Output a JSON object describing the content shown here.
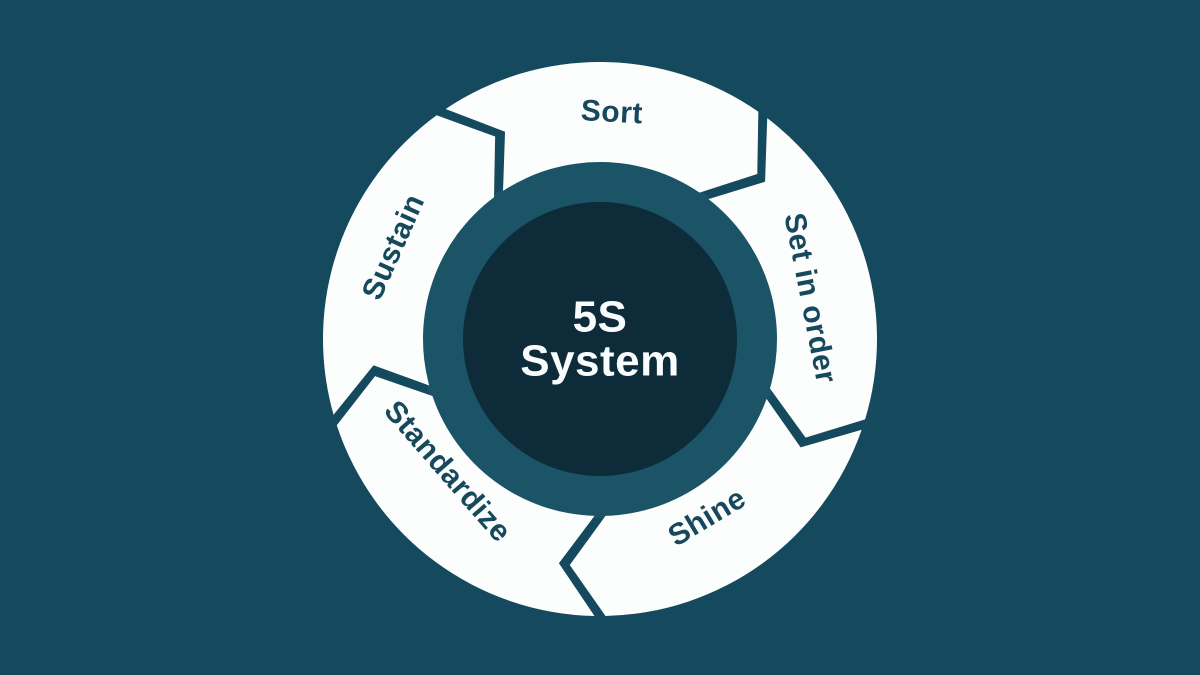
{
  "diagram": {
    "name": "5S System cycle diagram",
    "flow_direction": "clockwise",
    "center": {
      "line1": "5S",
      "line2": "System"
    },
    "segments": [
      {
        "label": "Sort"
      },
      {
        "label": "Set in order"
      },
      {
        "label": "Shine"
      },
      {
        "label": "Standardize"
      },
      {
        "label": "Sustain"
      }
    ]
  },
  "colors": {
    "background": "#154a5e",
    "inner_ring": "#1b5367",
    "center_circle": "#0d2b38",
    "segment_fill": "#fcfdfd",
    "segment_label": "#17495d",
    "center_text": "#fafdfd"
  }
}
